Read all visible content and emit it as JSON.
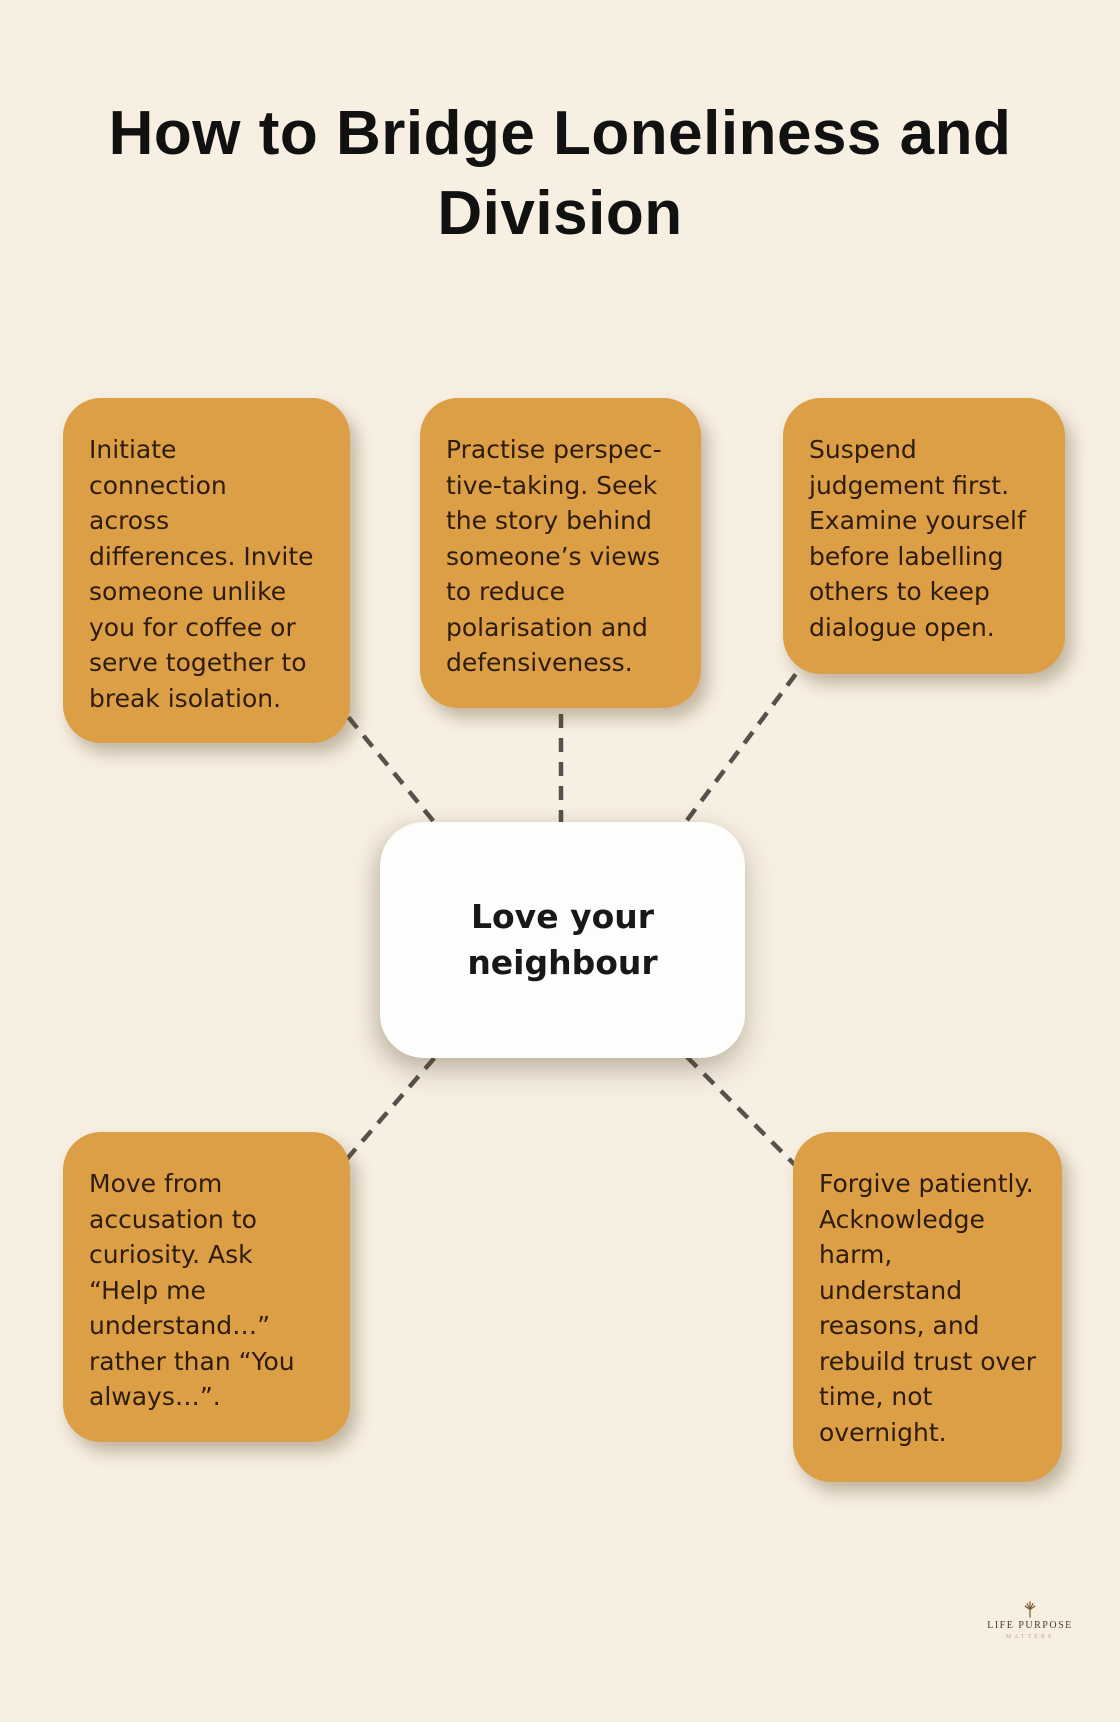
{
  "page": {
    "background_color": "#f7efe2",
    "accent_color": "#dc9f46",
    "connector_color": "#55514b",
    "center_background": "#fdfdfb",
    "body_text_color": "#2e1c0e",
    "title_color": "#111111"
  },
  "title": {
    "text": "How to Bridge Loneliness and Division",
    "lines": [
      "How to Bridge Loneliness and",
      "Division"
    ]
  },
  "center_node": {
    "text": "Love your neighbour",
    "lines": [
      "Love your",
      "neighbour"
    ]
  },
  "branch_nodes": [
    {
      "id": "top-left",
      "text": "Initiate connection across differences. Invite someone unlike you for coffee or serve together to break isolation.",
      "lines": [
        "Initiate",
        "connection",
        "across",
        "differences. Invite",
        "someone unlike",
        "you for coffee or",
        "serve together to",
        "break isolation."
      ]
    },
    {
      "id": "top-middle",
      "text": "Practise perspective-taking. Seek the story behind someone’s views to reduce polarisation and defensiveness.",
      "lines": [
        "Practise perspec-",
        "tive-taking. Seek",
        "the story behind",
        "someone’s views",
        "to reduce",
        "polarisation and",
        "defensiveness."
      ]
    },
    {
      "id": "top-right",
      "text": "Suspend judgement first. Examine yourself before labelling others to keep dialogue open.",
      "lines": [
        "Suspend",
        "judgement first.",
        "Examine yourself",
        "before labelling",
        "others to keep",
        "dialogue open."
      ]
    },
    {
      "id": "bottom-left",
      "text": "Move from accusation to curiosity. Ask “Help me understand…” rather than “You always…”.",
      "lines": [
        "Move from",
        "accusation to",
        "curiosity. Ask",
        "“Help me",
        "understand…”",
        "rather than “You",
        "always…”."
      ]
    },
    {
      "id": "bottom-right",
      "text": "Forgive patiently. Acknowledge harm, understand reasons, and rebuild trust over time, not overnight.",
      "lines": [
        "Forgive patiently.",
        "Acknowledge",
        "harm,",
        "understand",
        "reasons, and",
        "rebuild trust over",
        "time, not",
        "overnight."
      ]
    }
  ],
  "connectors": [
    {
      "from": "top-left-node",
      "to": "center-node",
      "style": "dashed"
    },
    {
      "from": "top-middle-node",
      "to": "center-node",
      "style": "dashed"
    },
    {
      "from": "top-right-node",
      "to": "center-node",
      "style": "dashed"
    },
    {
      "from": "center-node",
      "to": "bottom-left-node",
      "style": "dashed"
    },
    {
      "from": "center-node",
      "to": "bottom-right-node",
      "style": "dashed"
    }
  ],
  "logo": {
    "icon": "tree-icon",
    "brand": "LIFE PURPOSE",
    "tagline": "MATTERS"
  }
}
